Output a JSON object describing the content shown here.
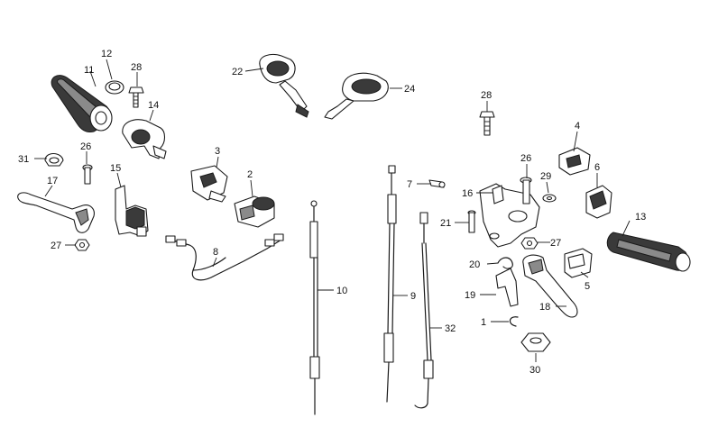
{
  "diagram": {
    "callouts": [
      {
        "id": "c1",
        "label": "1"
      },
      {
        "id": "c2",
        "label": "2"
      },
      {
        "id": "c3",
        "label": "3"
      },
      {
        "id": "c4",
        "label": "4"
      },
      {
        "id": "c5",
        "label": "5"
      },
      {
        "id": "c6",
        "label": "6"
      },
      {
        "id": "c7",
        "label": "7"
      },
      {
        "id": "c8",
        "label": "8"
      },
      {
        "id": "c9",
        "label": "9"
      },
      {
        "id": "c10",
        "label": "10"
      },
      {
        "id": "c11",
        "label": "11"
      },
      {
        "id": "c12",
        "label": "12"
      },
      {
        "id": "c13",
        "label": "13"
      },
      {
        "id": "c14",
        "label": "14"
      },
      {
        "id": "c15",
        "label": "15"
      },
      {
        "id": "c16",
        "label": "16"
      },
      {
        "id": "c17",
        "label": "17"
      },
      {
        "id": "c18",
        "label": "18"
      },
      {
        "id": "c19",
        "label": "19"
      },
      {
        "id": "c20",
        "label": "20"
      },
      {
        "id": "c21",
        "label": "21"
      },
      {
        "id": "c22",
        "label": "22"
      },
      {
        "id": "c24",
        "label": "24"
      },
      {
        "id": "c26a",
        "label": "26"
      },
      {
        "id": "c26b",
        "label": "26"
      },
      {
        "id": "c27a",
        "label": "27"
      },
      {
        "id": "c27b",
        "label": "27"
      },
      {
        "id": "c28a",
        "label": "28"
      },
      {
        "id": "c28b",
        "label": "28"
      },
      {
        "id": "c29",
        "label": "29"
      },
      {
        "id": "c30",
        "label": "30"
      },
      {
        "id": "c31",
        "label": "31"
      },
      {
        "id": "c32",
        "label": "32"
      }
    ]
  }
}
